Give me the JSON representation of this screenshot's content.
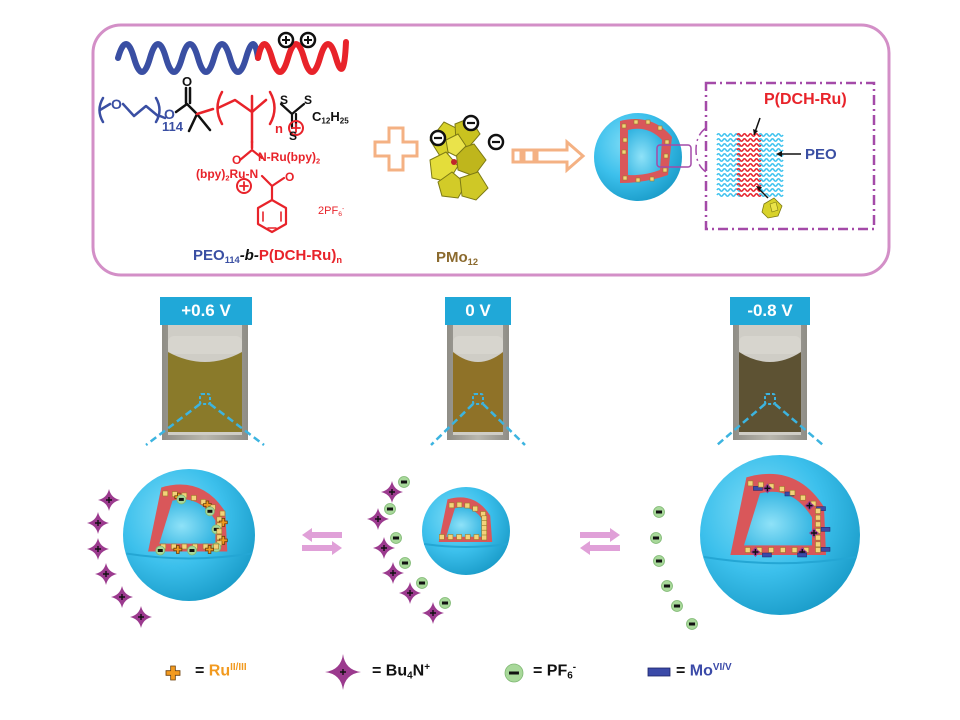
{
  "colors": {
    "peo_blue": "#3a4fa3",
    "pdch_red": "#e8232a",
    "frame_pink": "#d38fc7",
    "arrow_orange": "#f4b183",
    "pmo_gold": "#8b6a2e",
    "shell_cyan": "#39c0ea",
    "core_red": "#d9575a",
    "label_bg": "#20a8d8",
    "ru_orange": "#f29a1f",
    "bu4n_purple": "#9b3a8e",
    "pf6_green": "#a8d89a",
    "mo_blue": "#3b4aa8",
    "dashed_cyan": "#3cb4e0"
  },
  "top_panel": {
    "polymer": {
      "peo_unit": "O",
      "peo_index": "114",
      "ester_o": "O",
      "carbonyl_o": "O",
      "block_index": "n",
      "thio_s1": "S",
      "thio_s2": "S",
      "thio_s3": "S",
      "chain_end": "C",
      "chain_end_sub1": "12",
      "chain_end_h": "H",
      "chain_end_sub2": "25",
      "complex_line1": "N-Ru(bpy)",
      "complex_line1_sub": "2",
      "complex_line2_pre": "(bpy)",
      "complex_line2_sub": "2",
      "complex_line2": "Ru-N",
      "complex_o1": "O",
      "complex_o2": "O",
      "counterion": "2PF",
      "counterion_sub": "6",
      "counterion_sup": "-",
      "name_peo": "PEO",
      "name_peo_sub": "114",
      "name_b": "-b-",
      "name_pdch": "P(DCH-Ru)",
      "name_pdch_sub": "n"
    },
    "pmo": {
      "name": "PMo",
      "name_sub": "12"
    },
    "inset": {
      "pdch_label": "P(DCH-Ru)",
      "peo_label": "PEO"
    }
  },
  "states": [
    {
      "voltage": "+0.6 V",
      "solution_color": "#8a7a2a"
    },
    {
      "voltage": "0 V",
      "solution_color": "#8f7228"
    },
    {
      "voltage": "-0.8 V",
      "solution_color": "#5d5233"
    }
  ],
  "legend": [
    {
      "symbol": "ru-plus",
      "label": "Ru",
      "sup": "II/III"
    },
    {
      "symbol": "bu4n-star",
      "label": "Bu",
      "sub": "4",
      "label2": "N",
      "sup": "+"
    },
    {
      "symbol": "pf6-minus",
      "label": "PF",
      "sub": "6",
      "sup": "-"
    },
    {
      "symbol": "mo-bar",
      "label": "Mo",
      "sup": "VI/V"
    }
  ],
  "legend_eq": "="
}
